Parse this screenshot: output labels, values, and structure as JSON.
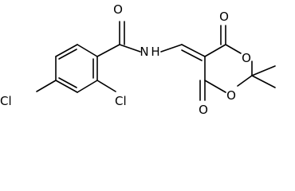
{
  "structure": {
    "atom_labels": {
      "o_amide": "O",
      "n_amide": "N",
      "h_amide": "H",
      "cl_para": "Cl",
      "cl_ortho": "Cl",
      "o_carbonyl_top": "O",
      "o_carbonyl_bottom": "O",
      "o_ring_top": "O",
      "o_ring_bottom": "O"
    },
    "colors": {
      "bond": "#000000",
      "text": "#000000",
      "background": "#ffffff"
    }
  }
}
